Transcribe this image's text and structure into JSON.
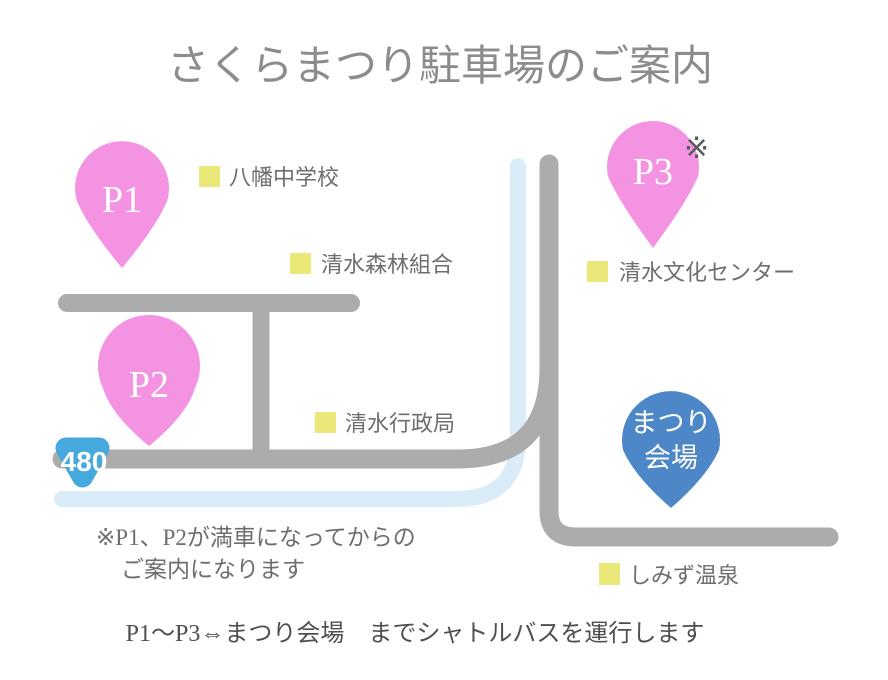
{
  "title": "さくらまつり駐車場のご案内",
  "parking_pins": [
    {
      "id": "p1",
      "label": "P1"
    },
    {
      "id": "p2",
      "label": "P2"
    },
    {
      "id": "p3",
      "label": "P3",
      "note_mark": "※"
    }
  ],
  "venue_pin": {
    "line1": "まつり",
    "line2": "会場"
  },
  "route_badge": {
    "number": "480"
  },
  "landmarks": [
    {
      "name": "八幡中学校"
    },
    {
      "name": "清水森林組合"
    },
    {
      "name": "清水文化センター"
    },
    {
      "name": "清水行政局"
    },
    {
      "name": "しみず温泉"
    }
  ],
  "note": {
    "line1": "※P1、P2が満車になってからの",
    "line2": "ご案内になります"
  },
  "footer": "P1～P3⇔まつり会場　までシャトルバスを運行します",
  "colors": {
    "parking_pin": "#F593E3",
    "venue_pin": "#4E87C7",
    "route_badge": "#45A9DE",
    "landmark_marker": "#E9E878",
    "road": "#ACACAC",
    "bypass_road": "#D9ECF8",
    "title_text": "#8C8C8C",
    "label_text": "#6E6E6E",
    "note_text": "#6E6E6E",
    "footer_text": "#4F4F4F",
    "note_mark_text": "#595959",
    "pin_text": "#FFFFFF"
  }
}
